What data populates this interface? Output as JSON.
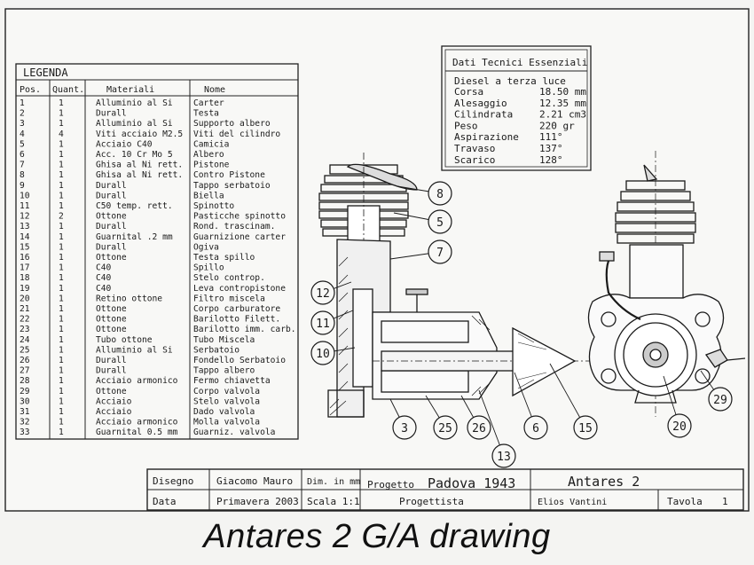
{
  "legend": {
    "title": "LEGENDA",
    "headers": [
      "Pos.",
      "Quant.",
      "Materiali",
      "Nome"
    ],
    "rows": [
      [
        "1",
        "1",
        "Alluminio al Si",
        "Carter"
      ],
      [
        "2",
        "1",
        "Durall",
        "Testa"
      ],
      [
        "3",
        "1",
        "Alluminio al Si",
        "Supporto albero"
      ],
      [
        "4",
        "4",
        "Viti acciaio M2.5",
        "Viti del cilindro"
      ],
      [
        "5",
        "1",
        "Acciaio C40",
        "Camicia"
      ],
      [
        "6",
        "1",
        "Acc. 10 Cr Mo 5",
        "Albero"
      ],
      [
        "7",
        "1",
        "Ghisa al Ni rett.",
        "Pistone"
      ],
      [
        "8",
        "1",
        "Ghisa al Ni rett.",
        "Contro Pistone"
      ],
      [
        "9",
        "1",
        "Durall",
        "Tappo serbatoio"
      ],
      [
        "10",
        "1",
        "Durall",
        "Biella"
      ],
      [
        "11",
        "1",
        "C50 temp. rett.",
        "Spinotto"
      ],
      [
        "12",
        "2",
        "Ottone",
        "Pasticche spinotto"
      ],
      [
        "13",
        "1",
        "Durall",
        "Rond. trascinam."
      ],
      [
        "14",
        "1",
        "Guarnital .2 mm",
        "Guarnizione carter"
      ],
      [
        "15",
        "1",
        "Durall",
        "Ogiva"
      ],
      [
        "16",
        "1",
        "Ottone",
        "Testa spillo"
      ],
      [
        "17",
        "1",
        "C40",
        "Spillo"
      ],
      [
        "18",
        "1",
        "C40",
        "Stelo controp."
      ],
      [
        "19",
        "1",
        "C40",
        "Leva contropistone"
      ],
      [
        "20",
        "1",
        "Retino ottone",
        "Filtro miscela"
      ],
      [
        "21",
        "1",
        "Ottone",
        "Corpo carburatore"
      ],
      [
        "22",
        "1",
        "Ottone",
        "Barilotto Filett."
      ],
      [
        "23",
        "1",
        "Ottone",
        "Barilotto imm. carb."
      ],
      [
        "24",
        "1",
        "Tubo ottone",
        "Tubo Miscela"
      ],
      [
        "25",
        "1",
        "Alluminio al Si",
        "Serbatoio"
      ],
      [
        "26",
        "1",
        "Durall",
        "Fondello Serbatoio"
      ],
      [
        "27",
        "1",
        "Durall",
        "Tappo albero"
      ],
      [
        "28",
        "1",
        "Acciaio armonico",
        "Fermo chiavetta"
      ],
      [
        "29",
        "1",
        "Ottone",
        "Corpo valvola"
      ],
      [
        "30",
        "1",
        "Acciaio",
        "Stelo valvola"
      ],
      [
        "31",
        "1",
        "Acciaio",
        "Dado valvola"
      ],
      [
        "32",
        "1",
        "Acciaio armonico",
        "Molla valvola"
      ],
      [
        "33",
        "1",
        "Guarnital 0.5 mm",
        "Guarniz. valvola"
      ]
    ]
  },
  "specs": {
    "title": "Dati Tecnici Essenziali",
    "subtitle": "Diesel a terza luce",
    "rows": [
      [
        "Corsa",
        "18.50 mm"
      ],
      [
        "Alesaggio",
        "12.35 mm"
      ],
      [
        "Cilindrata",
        "2.21 cm3"
      ],
      [
        "Peso",
        "220  gr"
      ],
      [
        "Aspirazione",
        "111°"
      ],
      [
        "Travaso",
        "137°"
      ],
      [
        "Scarico",
        "128°"
      ]
    ]
  },
  "callouts": [
    "8",
    "5",
    "7",
    "12",
    "11",
    "10",
    "3",
    "25",
    "26",
    "13",
    "6",
    "15",
    "29",
    "20"
  ],
  "title_block": {
    "disegno_label": "Disegno",
    "disegno_value": "Giacomo Mauro",
    "dim_label": "Dim. in mm",
    "progetto_label": "Progetto",
    "progetto_value": "Padova 1943",
    "name": "Antares 2",
    "data_label": "Data",
    "data_value": "Primavera 2003",
    "scala_label": "Scala 1:1",
    "progettista_label": "Progettista",
    "progettista_value": "Elios Vantini",
    "tavola_label": "Tavola",
    "tavola_value": "1"
  },
  "caption": "Antares 2 G/A drawing"
}
